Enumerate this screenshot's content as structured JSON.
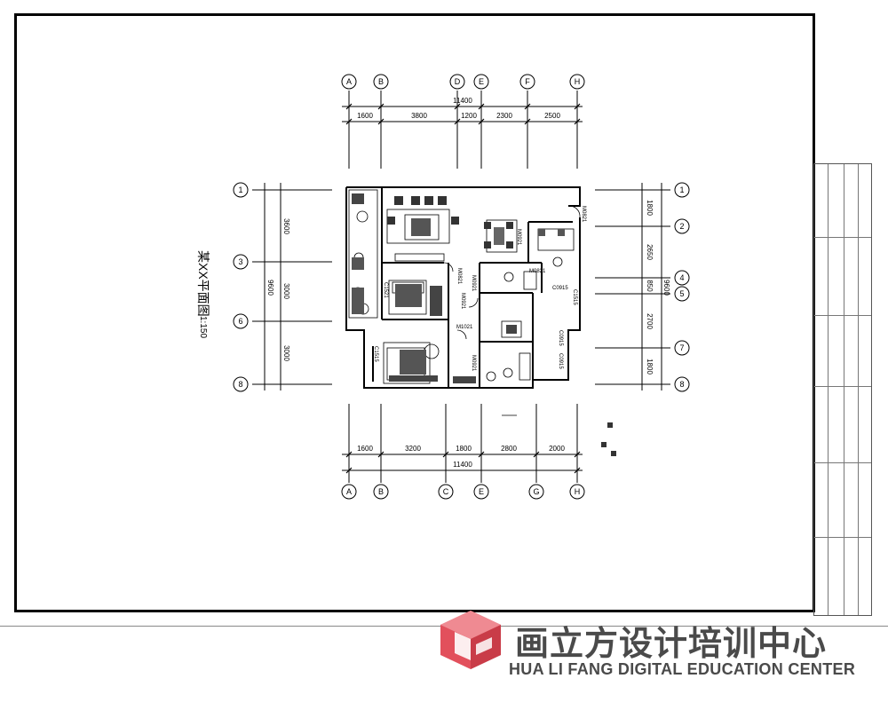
{
  "drawing": {
    "title": "某XX平面图",
    "scale": "1:150"
  },
  "axes_top": [
    "A",
    "B",
    "D",
    "E",
    "F",
    "H"
  ],
  "axes_bottom": [
    "A",
    "B",
    "C",
    "E",
    "G",
    "H"
  ],
  "axes_left": [
    "1",
    "3",
    "6",
    "8"
  ],
  "axes_right": [
    "1",
    "2",
    "4",
    "5",
    "7",
    "8"
  ],
  "dims_top": {
    "total": "11400",
    "segments": [
      "1600",
      "3800",
      "1200",
      "2300",
      "2500"
    ]
  },
  "dims_bottom": {
    "total": "11400",
    "segments": [
      "1600",
      "3200",
      "1800",
      "2800",
      "2000"
    ]
  },
  "dims_left": {
    "total": "9600",
    "segments": [
      "3600",
      "3000",
      "3000"
    ]
  },
  "dims_right": {
    "total": "9600",
    "segments": [
      "1800",
      "2650",
      "850",
      "2700",
      "1800"
    ]
  },
  "door_labels": {
    "m0821_a": "M0821",
    "m0921_a": "M0921",
    "m0821_b": "M0821",
    "m0821_c": "M0821",
    "m0921_b": "M0921",
    "m1021": "M1021",
    "m0921_c": "M0921",
    "m0921_d": "M0921"
  },
  "window_labels": {
    "c1515_a": "C1515",
    "c1515_b": "C1515",
    "c0915_a": "C0915",
    "c0915_b": "C0915",
    "c0915_c": "C0915",
    "c1521": "C1521"
  },
  "watermark": {
    "cn": "画立方设计培训中心",
    "en": "HUA LI FANG DIGITAL EDUCATION CENTER",
    "logo_color": "#e2505c"
  }
}
